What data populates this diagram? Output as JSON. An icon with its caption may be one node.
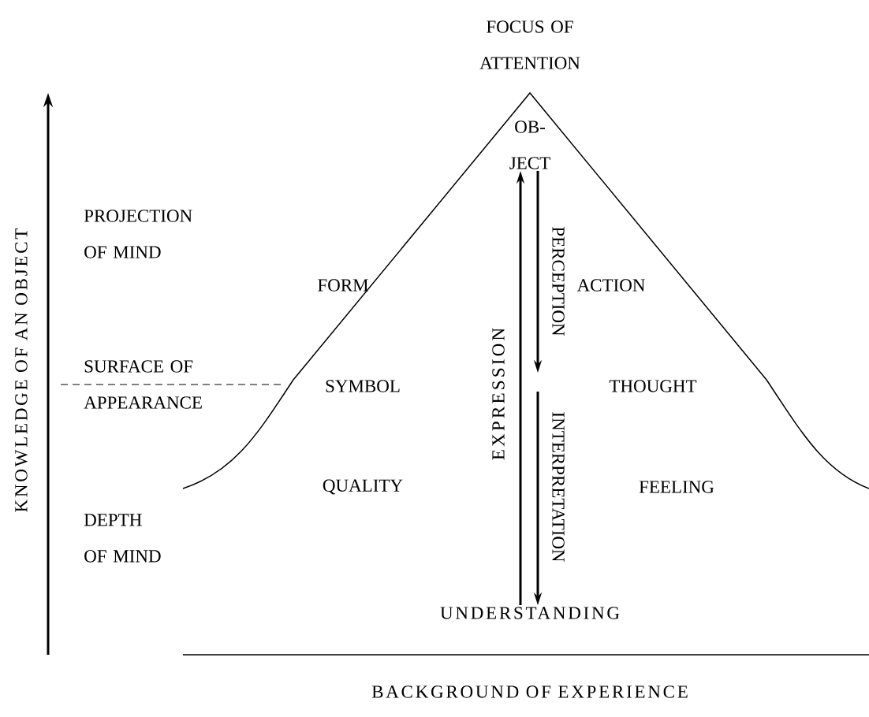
{
  "diagram": {
    "nodes": [
      {
        "text": [
          "OB- JECT"
        ]
      },
      {
        "text": [
          "UNDERSTANDING"
        ]
      }
    ],
    "edges": [
      {
        "from": 1,
        "to": 0,
        "arrow": "to",
        "label": "EXPRESSION"
      },
      {
        "from": 0,
        "to": null,
        "arrow": "to",
        "label": "PERCEPTION"
      },
      {
        "from": null,
        "to": 1,
        "arrow": "to",
        "label": "INTERPRETATION"
      }
    ],
    "labels": [
      "FOCUS OF ATTENTION",
      "KNOWLEDGE OF AN OBJECT",
      "PROJECTION OF MIND",
      "FORM",
      "ACTION",
      "SURFACE OF APPEARANCE",
      "SYMBOL",
      "THOUGHT",
      "QUALITY",
      "FEELING",
      "DEPTH OF MIND",
      "BACKGROUND OF EXPERIENCE"
    ]
  }
}
